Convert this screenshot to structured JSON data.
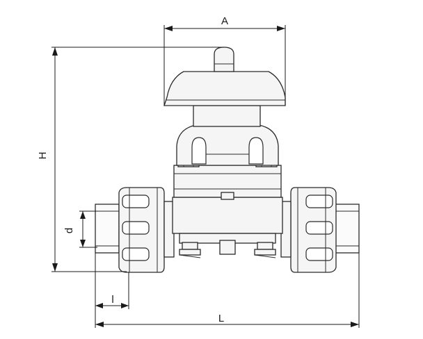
{
  "dimensions": {
    "A": "A",
    "H": "H",
    "d": "d",
    "l": "l",
    "L": "L"
  }
}
